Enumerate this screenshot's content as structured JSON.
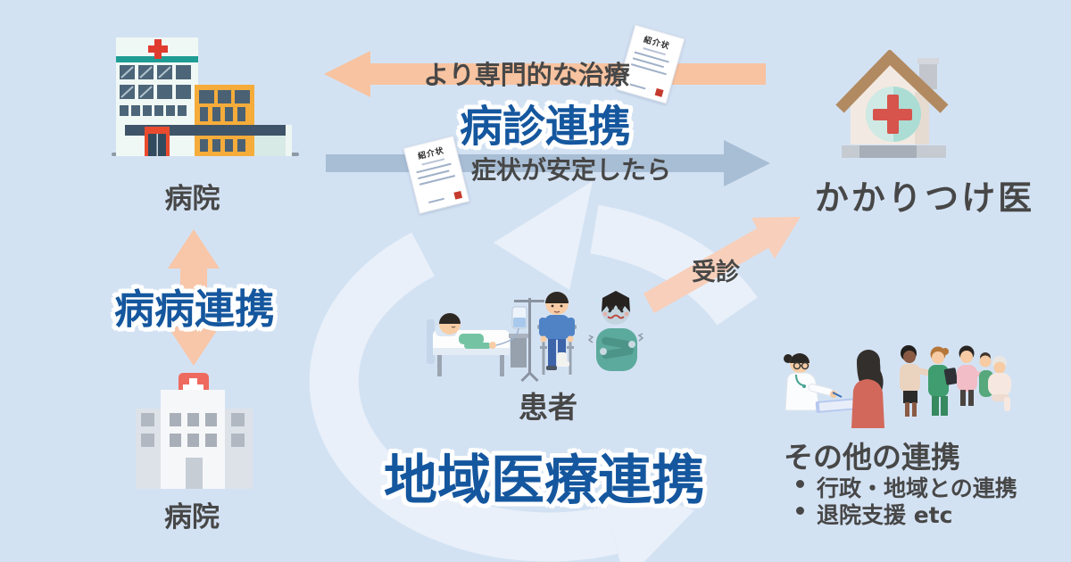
{
  "background": {
    "color": "#d3e2f3",
    "cycle_arrow_color": "#e9f0f9"
  },
  "main_title": {
    "text": "地域医療連携",
    "color": "#15579e"
  },
  "hospital_top": {
    "label": "病院"
  },
  "family_doctor": {
    "label": "かかりつけ医"
  },
  "hospital_bottom": {
    "label": "病院"
  },
  "patients": {
    "label": "患者"
  },
  "hospital_clinic_link": {
    "title": "病診連携",
    "upper_arrow": {
      "label": "より専門的な治療",
      "direction": "left",
      "color": "#f8c3a0"
    },
    "lower_arrow": {
      "label": "症状が安定したら",
      "direction": "right",
      "color": "#a8bed5"
    }
  },
  "hospital_hospital_link": {
    "title": "病病連携",
    "arrow_color": "#f8c6a8"
  },
  "visit": {
    "label": "受診",
    "arrow_color": "#f7cfba"
  },
  "referral_letter": {
    "title": "紹介状",
    "stamp_color": "#c43a2c"
  },
  "other_links": {
    "heading": "その他の連携",
    "bullets": [
      "行政・地域との連携",
      "退院支援 etc"
    ]
  },
  "label_color": "#474747"
}
